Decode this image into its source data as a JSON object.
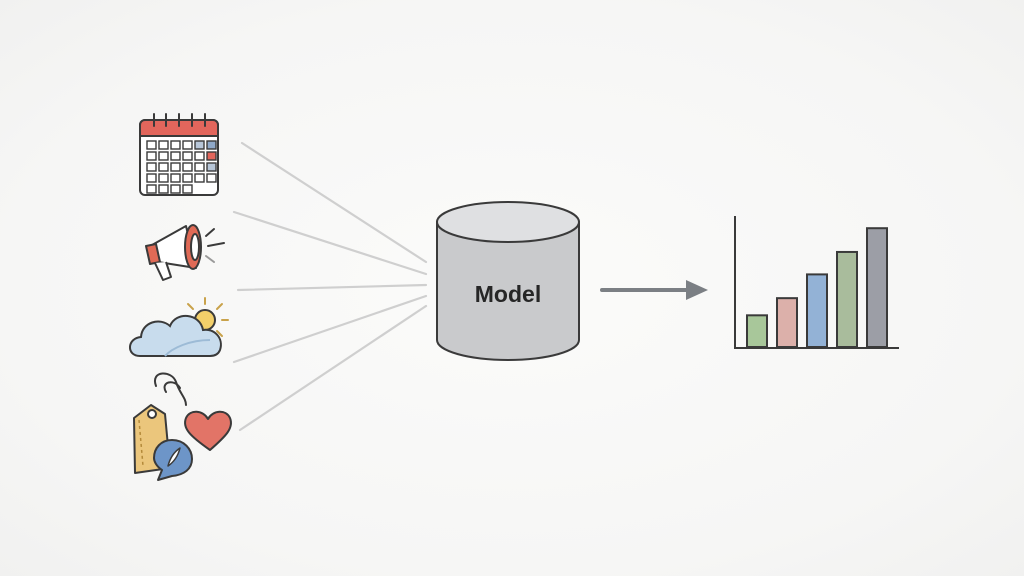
{
  "model": {
    "label": "Model"
  },
  "inputs": [
    {
      "icon": "calendar-icon"
    },
    {
      "icon": "megaphone-icon"
    },
    {
      "icon": "weather-cloud-sun-icon"
    },
    {
      "icon": "price-tag-heart-icon"
    }
  ],
  "output": {
    "icon": "bar-chart-icon",
    "bars": [
      0.24,
      0.37,
      0.55,
      0.72,
      0.9
    ],
    "bar_colors": [
      "#a8c79a",
      "#dcb0aa",
      "#93b2d6",
      "#a9bc9c",
      "#9c9ea6"
    ]
  },
  "colors": {
    "connector": "#cfcfcf",
    "arrow": "#7b7f84",
    "cylinder_body": "#c9cacc",
    "cylinder_top": "#dfe0e2",
    "outline": "#3a3a3a"
  }
}
